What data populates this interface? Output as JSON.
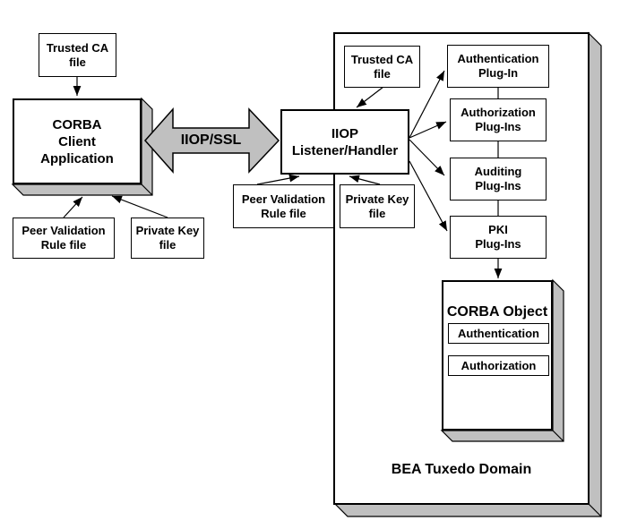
{
  "diagram": {
    "client_side": {
      "trusted_ca_file": "Trusted CA\nfile",
      "corba_client": "CORBA\nClient\nApplication",
      "peer_validation_rule_file": "Peer Validation\nRule file",
      "private_key_file": "Private Key\nfile"
    },
    "link": {
      "label": "IIOP/SSL"
    },
    "listener_side": {
      "trusted_ca_file": "Trusted CA\nfile",
      "iiop_listener": "IIOP\nListener/Handler",
      "peer_validation_rule_file": "Peer Validation\nRule file",
      "private_key_file": "Private Key\nfile"
    },
    "domain": {
      "label": "BEA Tuxedo Domain",
      "plugins": {
        "authentication": "Authentication\nPlug-In",
        "authorization": "Authorization\nPlug-Ins",
        "auditing": "Auditing\nPlug-Ins",
        "pki": "PKI\nPlug-Ins"
      },
      "corba_object": {
        "title": "CORBA Object",
        "authentication": "Authentication",
        "authorization": "Authorization"
      }
    },
    "colors": {
      "shadow_gray": "#c0c0c0",
      "line": "#000000",
      "fill": "#ffffff"
    }
  }
}
